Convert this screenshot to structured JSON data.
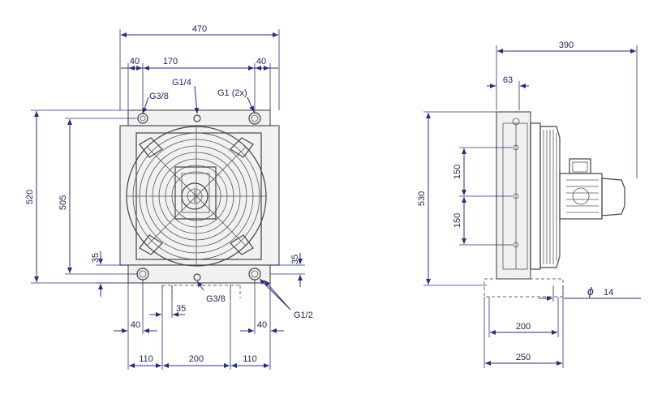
{
  "front_view": {
    "dims": {
      "overall_width": "470",
      "top_left_offset": "40",
      "top_center_spacing": "170",
      "top_right_offset": "40",
      "height_overall": "520",
      "height_inner": "505",
      "left_small": "35",
      "right_small": "35",
      "bottom_small": "35",
      "bottom_left_40": "40",
      "bottom_right_40": "40",
      "bottom_110_left": "110",
      "bottom_200": "200",
      "bottom_110_right": "110"
    },
    "ports": {
      "g38_top": "G3/8",
      "g14": "G1/4",
      "g1_2x": "G1 (2x)",
      "g38_bottom": "G3/8",
      "g12": "G1/2"
    }
  },
  "side_view": {
    "dims": {
      "overall_depth": "390",
      "flange_depth": "63",
      "height": "530",
      "upper_150": "150",
      "lower_150": "150",
      "hole_diameter": "14",
      "phi": "ϕ",
      "foot_200": "200",
      "foot_250": "250"
    }
  }
}
